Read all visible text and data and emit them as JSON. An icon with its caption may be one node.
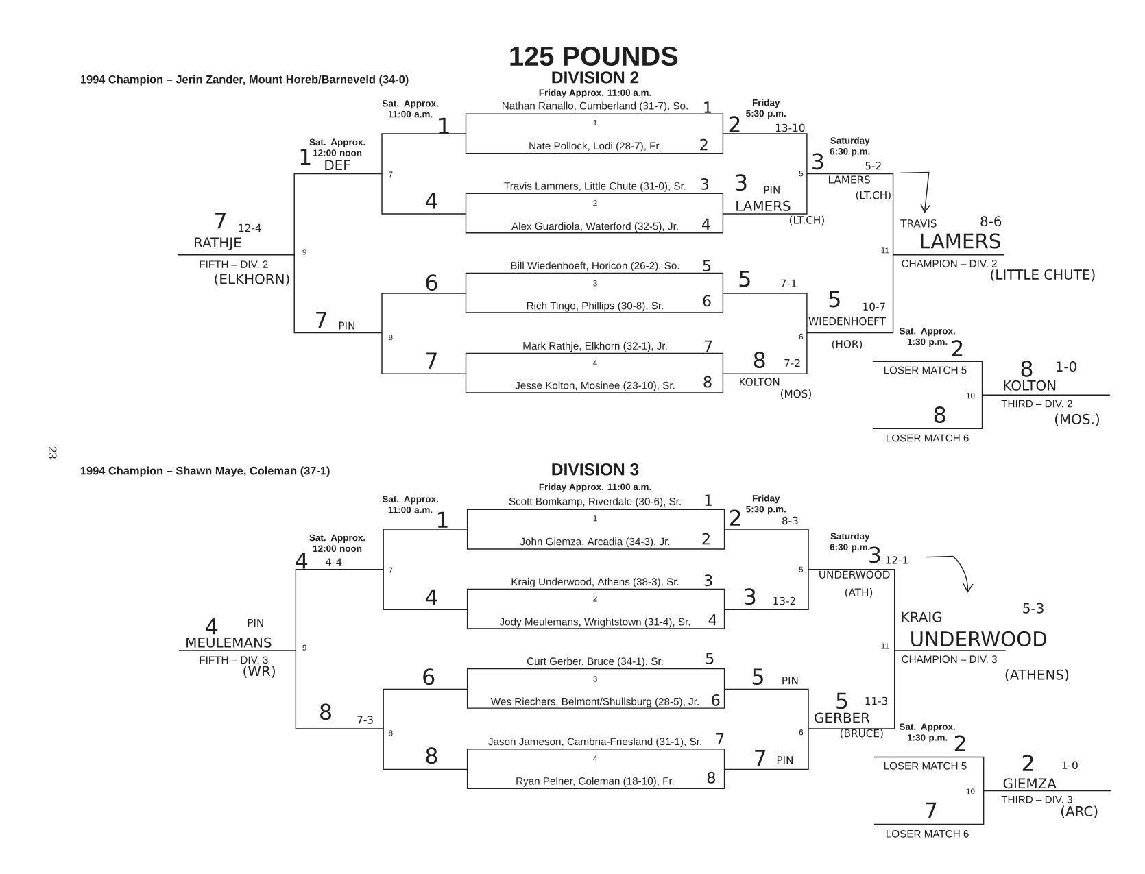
{
  "diagram": {
    "title": "125 POUNDS",
    "labels": [
      "1994 Champion – Jerin Zander, Mount Horeb/Barneveld (34-0)",
      "DIVISION 2",
      "Friday Approx. 11:00 a.m.",
      "Sat. Approx. 11:00 a.m.",
      "Sat. Approx. 12:00 noon",
      "Friday 5:30 p.m.",
      "Saturday 6:30 p.m.",
      "Nathan Ranallo, Cumberland (31-7), So.",
      "Nate Pollock, Lodi (28-7), Fr.",
      "Travis Lammers, Little Chute (31-0), Sr.",
      "Alex Guardiola, Waterford (32-5), Jr.",
      "Bill Wiedenhoeft, Horicon (26-2), So.",
      "Rich Tingo, Phillips (30-8), Sr.",
      "Mark Rathje, Elkhorn (32-1), Jr.",
      "Jesse Kolton, Mosinee (23-10), Sr.",
      "1",
      "2",
      "3",
      "4",
      "7",
      "8",
      "9",
      "5",
      "6",
      "11",
      "10",
      "FIFTH – DIV. 2",
      "CHAMPION – DIV. 2",
      "Sat. Approx. 1:30 p.m.",
      "LOSER MATCH 5",
      "LOSER MATCH 6",
      "THIRD – DIV. 2",
      "1994 Champion – Shawn Maye, Coleman (37-1)",
      "DIVISION 3",
      "Friday Approx. 11:00 a.m.",
      "Sat. Approx. 11:00 a.m.",
      "Sat. Approx. 12:00 noon",
      "Friday 5:30 p.m.",
      "Saturday 6:30 p.m.",
      "Scott Bomkamp, Riverdale (30-6), Sr.",
      "John Giemza, Arcadia (34-3), Jr.",
      "Kraig Underwood, Athens (38-3), Sr.",
      "Jody Meulemans, Wrightstown (31-4), Sr.",
      "Curt Gerber, Bruce (34-1), Sr.",
      "Wes Riechers, Belmont/Shullsburg (28-5), Jr.",
      "Jason Jameson, Cambria-Friesland (31-1), Sr.",
      "Ryan Pelner, Coleman (18-10), Fr.",
      "1",
      "2",
      "3",
      "4",
      "7",
      "8",
      "9",
      "5",
      "6",
      "11",
      "10",
      "FIFTH – DIV. 3",
      "CHAMPION – DIV. 3",
      "Sat. Approx. 1:30 p.m.",
      "LOSER MATCH 5",
      "LOSER MATCH 6",
      "THIRD – DIV. 3",
      "1",
      "2",
      "3",
      "4",
      "5",
      "6",
      "7",
      "8",
      "1",
      "4",
      "6",
      "7",
      "1",
      "DEF",
      "7",
      "12-4",
      "RATHJE",
      "(ELKHORN)",
      "7",
      "PIN",
      "2",
      "13-10",
      "3",
      "PIN",
      "LAMERS",
      "(LT.CH)",
      "5",
      "7-1",
      "8",
      "7-2",
      "KOLTON",
      "(MOS)",
      "3",
      "5-2",
      "LAMERS",
      "(LT.CH)",
      "5",
      "10-7",
      "WIEDENHOEFT",
      "(HOR)",
      "TRAVIS",
      "8-6",
      "LAMERS",
      "(LITTLE CHUTE)",
      "2",
      "8",
      "8",
      "1-0",
      "KOLTON",
      "(MOS.)",
      "1",
      "2",
      "3",
      "4",
      "5",
      "6",
      "7",
      "8",
      "1",
      "4",
      "6",
      "8",
      "4",
      "4-4",
      "4",
      "PIN",
      "MEULEMANS",
      "(WR)",
      "8",
      "7-3",
      "2",
      "8-3",
      "3",
      "13-2",
      "5",
      "PIN",
      "7",
      "PIN",
      "3",
      "12-1",
      "UNDERWOOD",
      "(ATH)",
      "5",
      "11-3",
      "GERBER",
      "(BRUCE)",
      "KRAIG",
      "5-3",
      "UNDERWOOD",
      "(ATHENS)",
      "2",
      "7",
      "2",
      "1-0",
      "GIEMZA",
      "(ARC)",
      "23"
    ]
  }
}
